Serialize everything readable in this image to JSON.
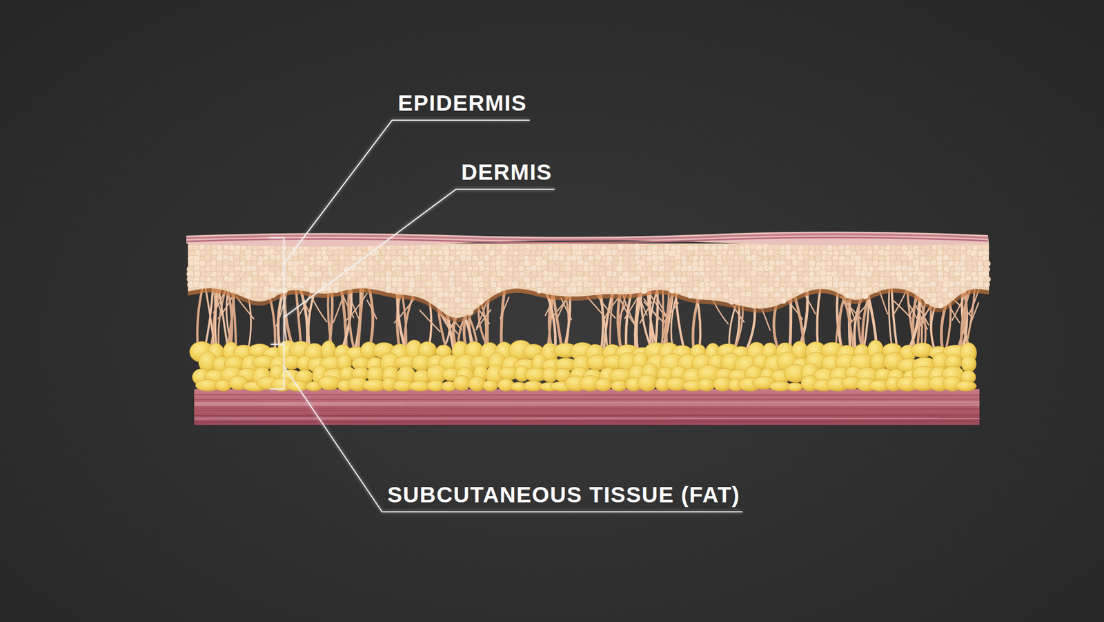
{
  "diagram": {
    "labels": [
      "EPIDERMIS",
      "DERMIS",
      "SUBCUTANEOUS TISSUE (FAT)"
    ]
  }
}
